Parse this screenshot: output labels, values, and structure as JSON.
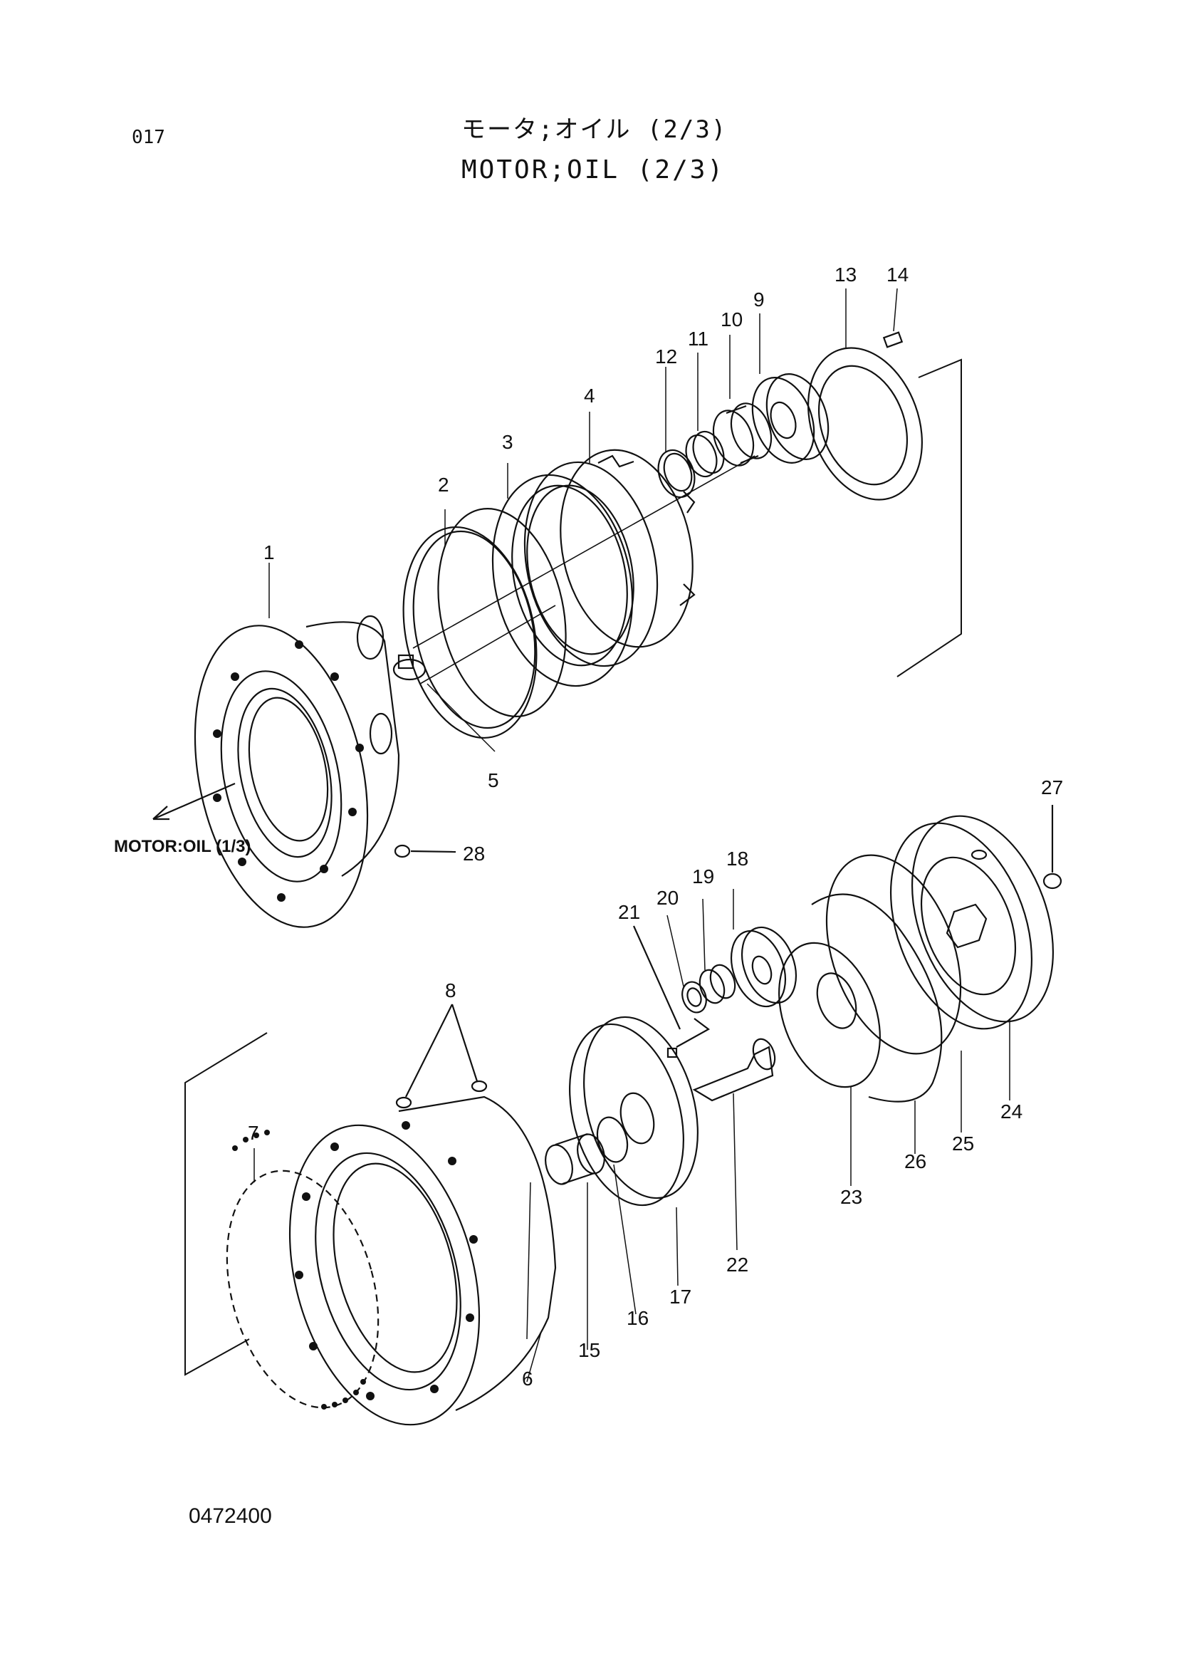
{
  "page_code": "017",
  "title_jp": "モータ;オイル (2/3)",
  "title_en": "MOTOR;OIL (2/3)",
  "reference_label": "MOTOR:OIL (1/3)",
  "document_id": "0472400",
  "callouts": [
    "1",
    "2",
    "3",
    "4",
    "5",
    "6",
    "7",
    "8",
    "9",
    "10",
    "11",
    "12",
    "13",
    "14",
    "15",
    "16",
    "17",
    "18",
    "19",
    "20",
    "21",
    "22",
    "23",
    "24",
    "25",
    "26",
    "27",
    "28"
  ]
}
